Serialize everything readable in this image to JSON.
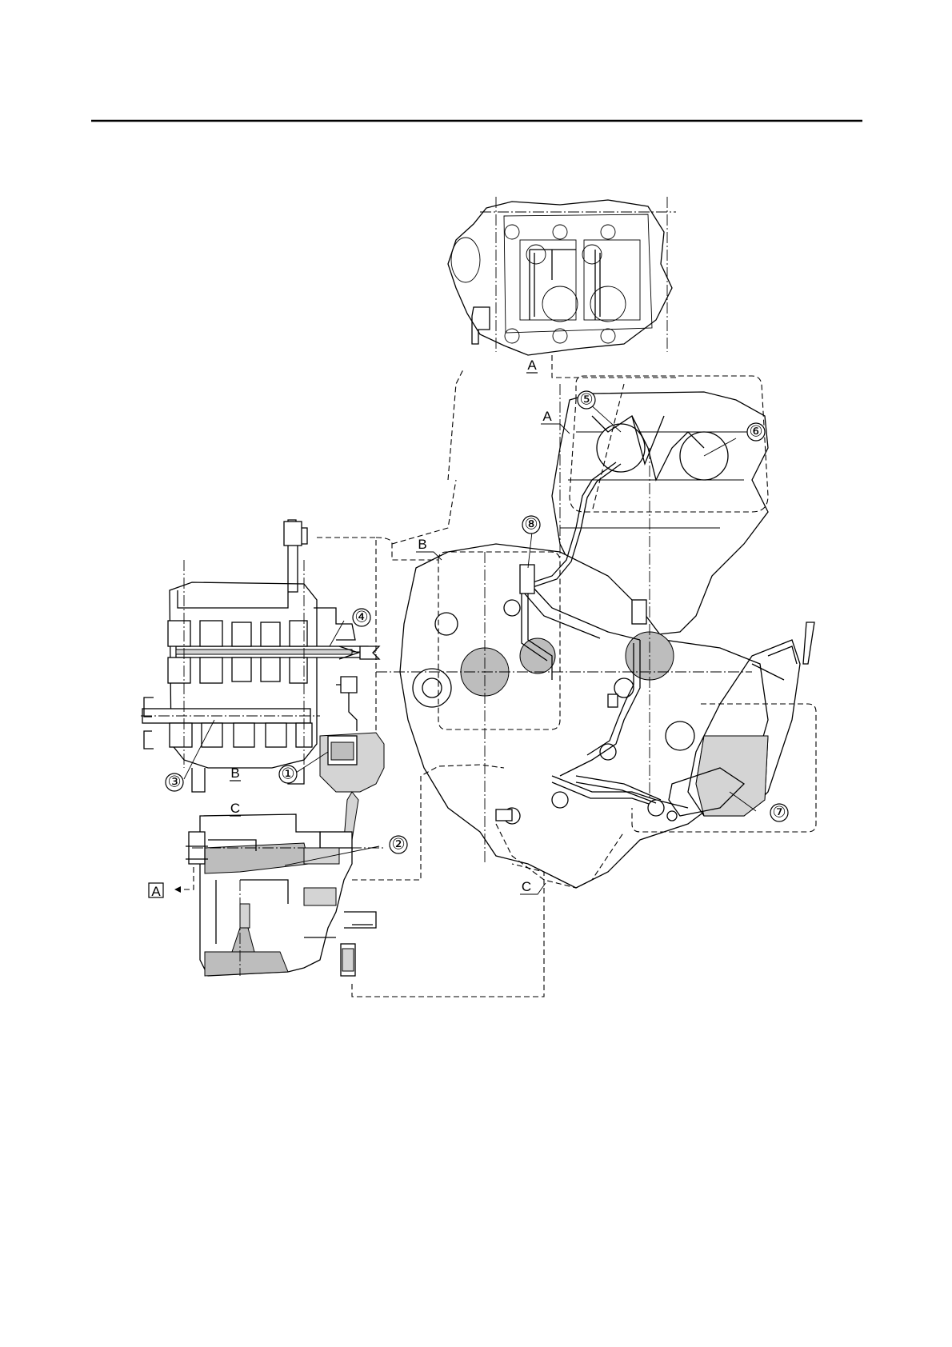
{
  "colors": {
    "line": "#000000",
    "oil_fill": "#bdbdbd",
    "background": "#ffffff"
  },
  "callouts": [
    {
      "id": "c1",
      "label": "①"
    },
    {
      "id": "c2",
      "label": "②"
    },
    {
      "id": "c3",
      "label": "③"
    },
    {
      "id": "c4",
      "label": "④"
    },
    {
      "id": "c5",
      "label": "⑤"
    },
    {
      "id": "c6",
      "label": "⑥"
    },
    {
      "id": "c7",
      "label": "⑦"
    },
    {
      "id": "c8",
      "label": "⑧"
    }
  ],
  "section_labels": {
    "a_top": "A",
    "a_right": "A",
    "b_left": "B",
    "b_right": "B",
    "c_left": "C",
    "c_right": "C",
    "a_box": "A"
  }
}
